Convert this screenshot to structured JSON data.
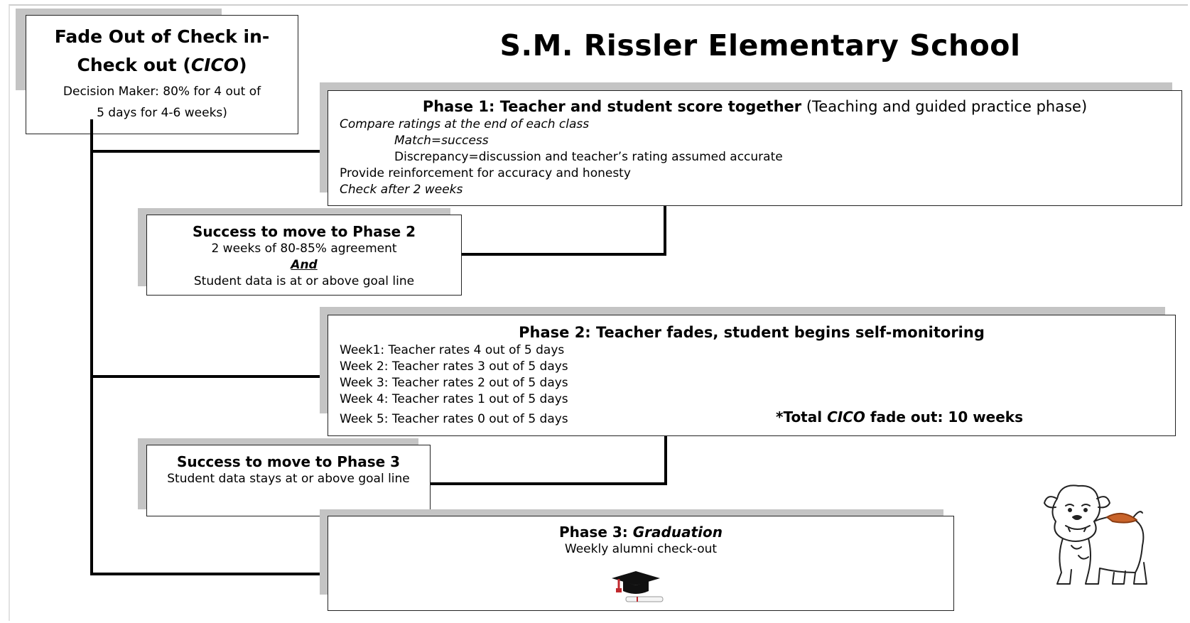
{
  "school_title": "S.M. Rissler Elementary School",
  "fade_box": {
    "title_line1": "Fade Out of Check in-",
    "title_line2_pre": "Check out (",
    "title_line2_em": "CICO",
    "title_line2_post": ")",
    "decision_line1": "Decision Maker: 80% for 4 out of",
    "decision_line2": "5 days for 4-6 weeks)"
  },
  "phase1": {
    "title_bold": "Phase 1: Teacher and student score together",
    "title_rest": "(Teaching and guided practice phase)",
    "lines": [
      "Compare ratings at the end of each class",
      "Match=success",
      "Discrepancy=discussion and teacher’s rating assumed accurate",
      "Provide reinforcement for accuracy and honesty",
      "Check after 2 weeks"
    ]
  },
  "success2": {
    "title": "Success to move to Phase 2",
    "line1": "2 weeks of 80-85% agreement",
    "and": "And",
    "line2": "Student data is at or above goal line"
  },
  "phase2": {
    "title": "Phase 2: Teacher fades, student begins self-monitoring",
    "weeks": [
      "Week1: Teacher rates 4 out of 5 days",
      "Week 2: Teacher rates 3 out of 5 days",
      "Week 3: Teacher rates 2 out of 5 days",
      "Week 4: Teacher rates 1 out of 5 days",
      "Week 5: Teacher rates 0 out of 5 days"
    ],
    "total_pre": "*Total",
    "total_em": "CICO",
    "total_post": "fade out: 10 weeks"
  },
  "success3": {
    "title": "Success to move to Phase 3",
    "line1": "Student data stays at or above goal line"
  },
  "phase3": {
    "title_pre": "Phase 3:",
    "title_em": "Graduation",
    "line1": "Weekly alumni check-out"
  },
  "icons": {
    "graduation": "graduation-cap-icon",
    "mascot": "bulldog-mascot-icon"
  }
}
